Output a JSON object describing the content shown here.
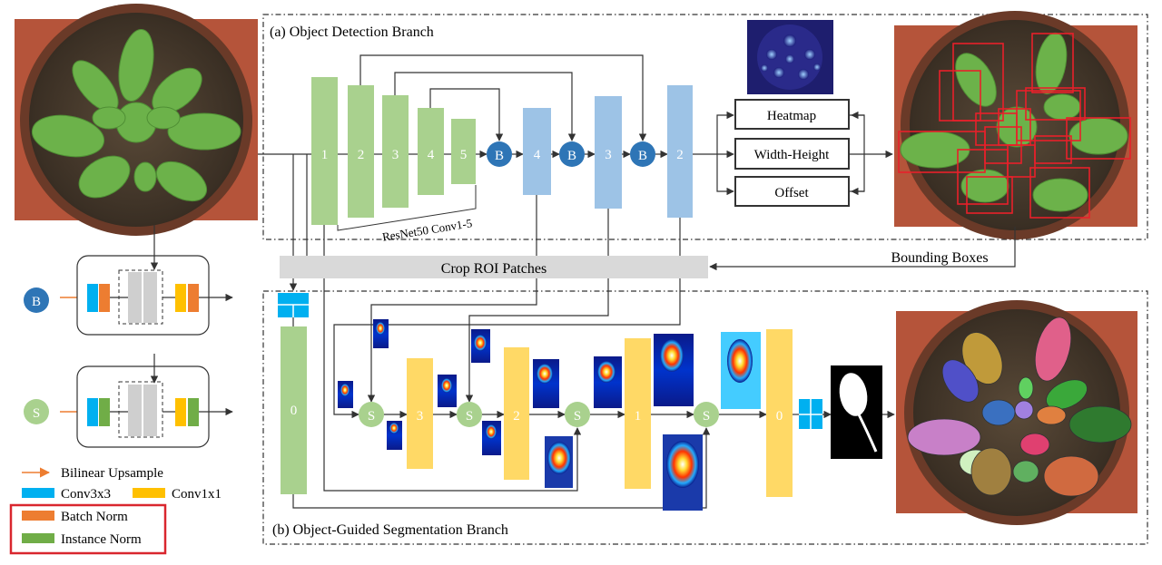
{
  "branches": {
    "detection_title": "(a) Object Detection Branch",
    "segmentation_title": "(b) Object-Guided Segmentation Branch"
  },
  "encoder": {
    "blocks": [
      "1",
      "2",
      "3",
      "4",
      "5"
    ],
    "label": "ResNet50 Conv1-5"
  },
  "decoder": {
    "blocks": [
      "4",
      "3",
      "2"
    ],
    "merge_symbol": "B"
  },
  "heads": [
    "Heatmap",
    "Width-Height",
    "Offset"
  ],
  "crop_label": "Crop ROI Patches",
  "bbox_label": "Bounding Boxes",
  "segmentation": {
    "blocks": [
      "3",
      "2",
      "1",
      "0"
    ],
    "merge_symbol": "S",
    "input_block": "0"
  },
  "modules": {
    "b_symbol": "B",
    "s_symbol": "S"
  },
  "legend": {
    "upsample": "Bilinear Upsample",
    "conv3": "Conv3x3",
    "conv1": "Conv1x1",
    "batch_norm": "Batch Norm",
    "instance_norm": "Instance Norm"
  },
  "colors": {
    "encoder_green": "#a9d18e",
    "decoder_blue": "#9dc3e6",
    "seg_yellow": "#ffd966",
    "merge_b": "#2e75b6",
    "merge_s": "#a9d18e",
    "conv3": "#00b0f0",
    "conv1": "#ffc000",
    "batch_norm": "#ed7d31",
    "instance_norm": "#70ad47",
    "crop_bar": "#d9d9d9",
    "highlight_red": "#d9262e"
  }
}
